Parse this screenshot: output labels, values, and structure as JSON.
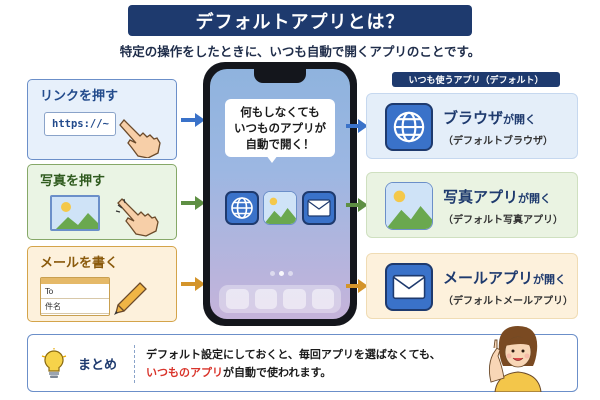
{
  "title": "デフォルトアプリとは？",
  "subtitle": "特定の操作をしたときに、いつも自動で開くアプリのことです。",
  "actions": {
    "link": {
      "label": "リンクを押す",
      "url_text": "https://~"
    },
    "photo": {
      "label": "写真を押す"
    },
    "mail": {
      "label": "メールを書く",
      "to_field": "To",
      "subject_field": "件名"
    }
  },
  "phone": {
    "bubble_line1": "何もしなくても",
    "bubble_line2": "いつものアプリが",
    "bubble_line3": "自動で開く！"
  },
  "defaults_tag": "いつも使うアプリ（デフォルト）",
  "results": {
    "browser": {
      "main": "ブラウザ",
      "suffix": "が開く",
      "sub": "（デフォルトブラウザ）"
    },
    "photo": {
      "main": "写真アプリ",
      "suffix": "が開く",
      "sub": "（デフォルト写真アプリ）"
    },
    "mail": {
      "main": "メールアプリ",
      "suffix": "が開く",
      "sub": "（デフォルトメールアプリ）"
    }
  },
  "summary": {
    "label": "まとめ",
    "line1": "デフォルト設定にしておくと、毎回アプリを選ばなくても、",
    "highlight": "いつものアプリ",
    "line2_rest": "が自動で使われます。"
  },
  "colors": {
    "navy": "#1e3a6e",
    "blue": "#3a72c9",
    "green_accent": "#86a868",
    "orange_accent": "#d4a44a",
    "highlight_red": "#d9342b"
  },
  "icons": [
    "globe-icon",
    "landscape-photo-icon",
    "envelope-icon",
    "pointing-hand-icon",
    "pencil-icon",
    "lightbulb-icon"
  ]
}
